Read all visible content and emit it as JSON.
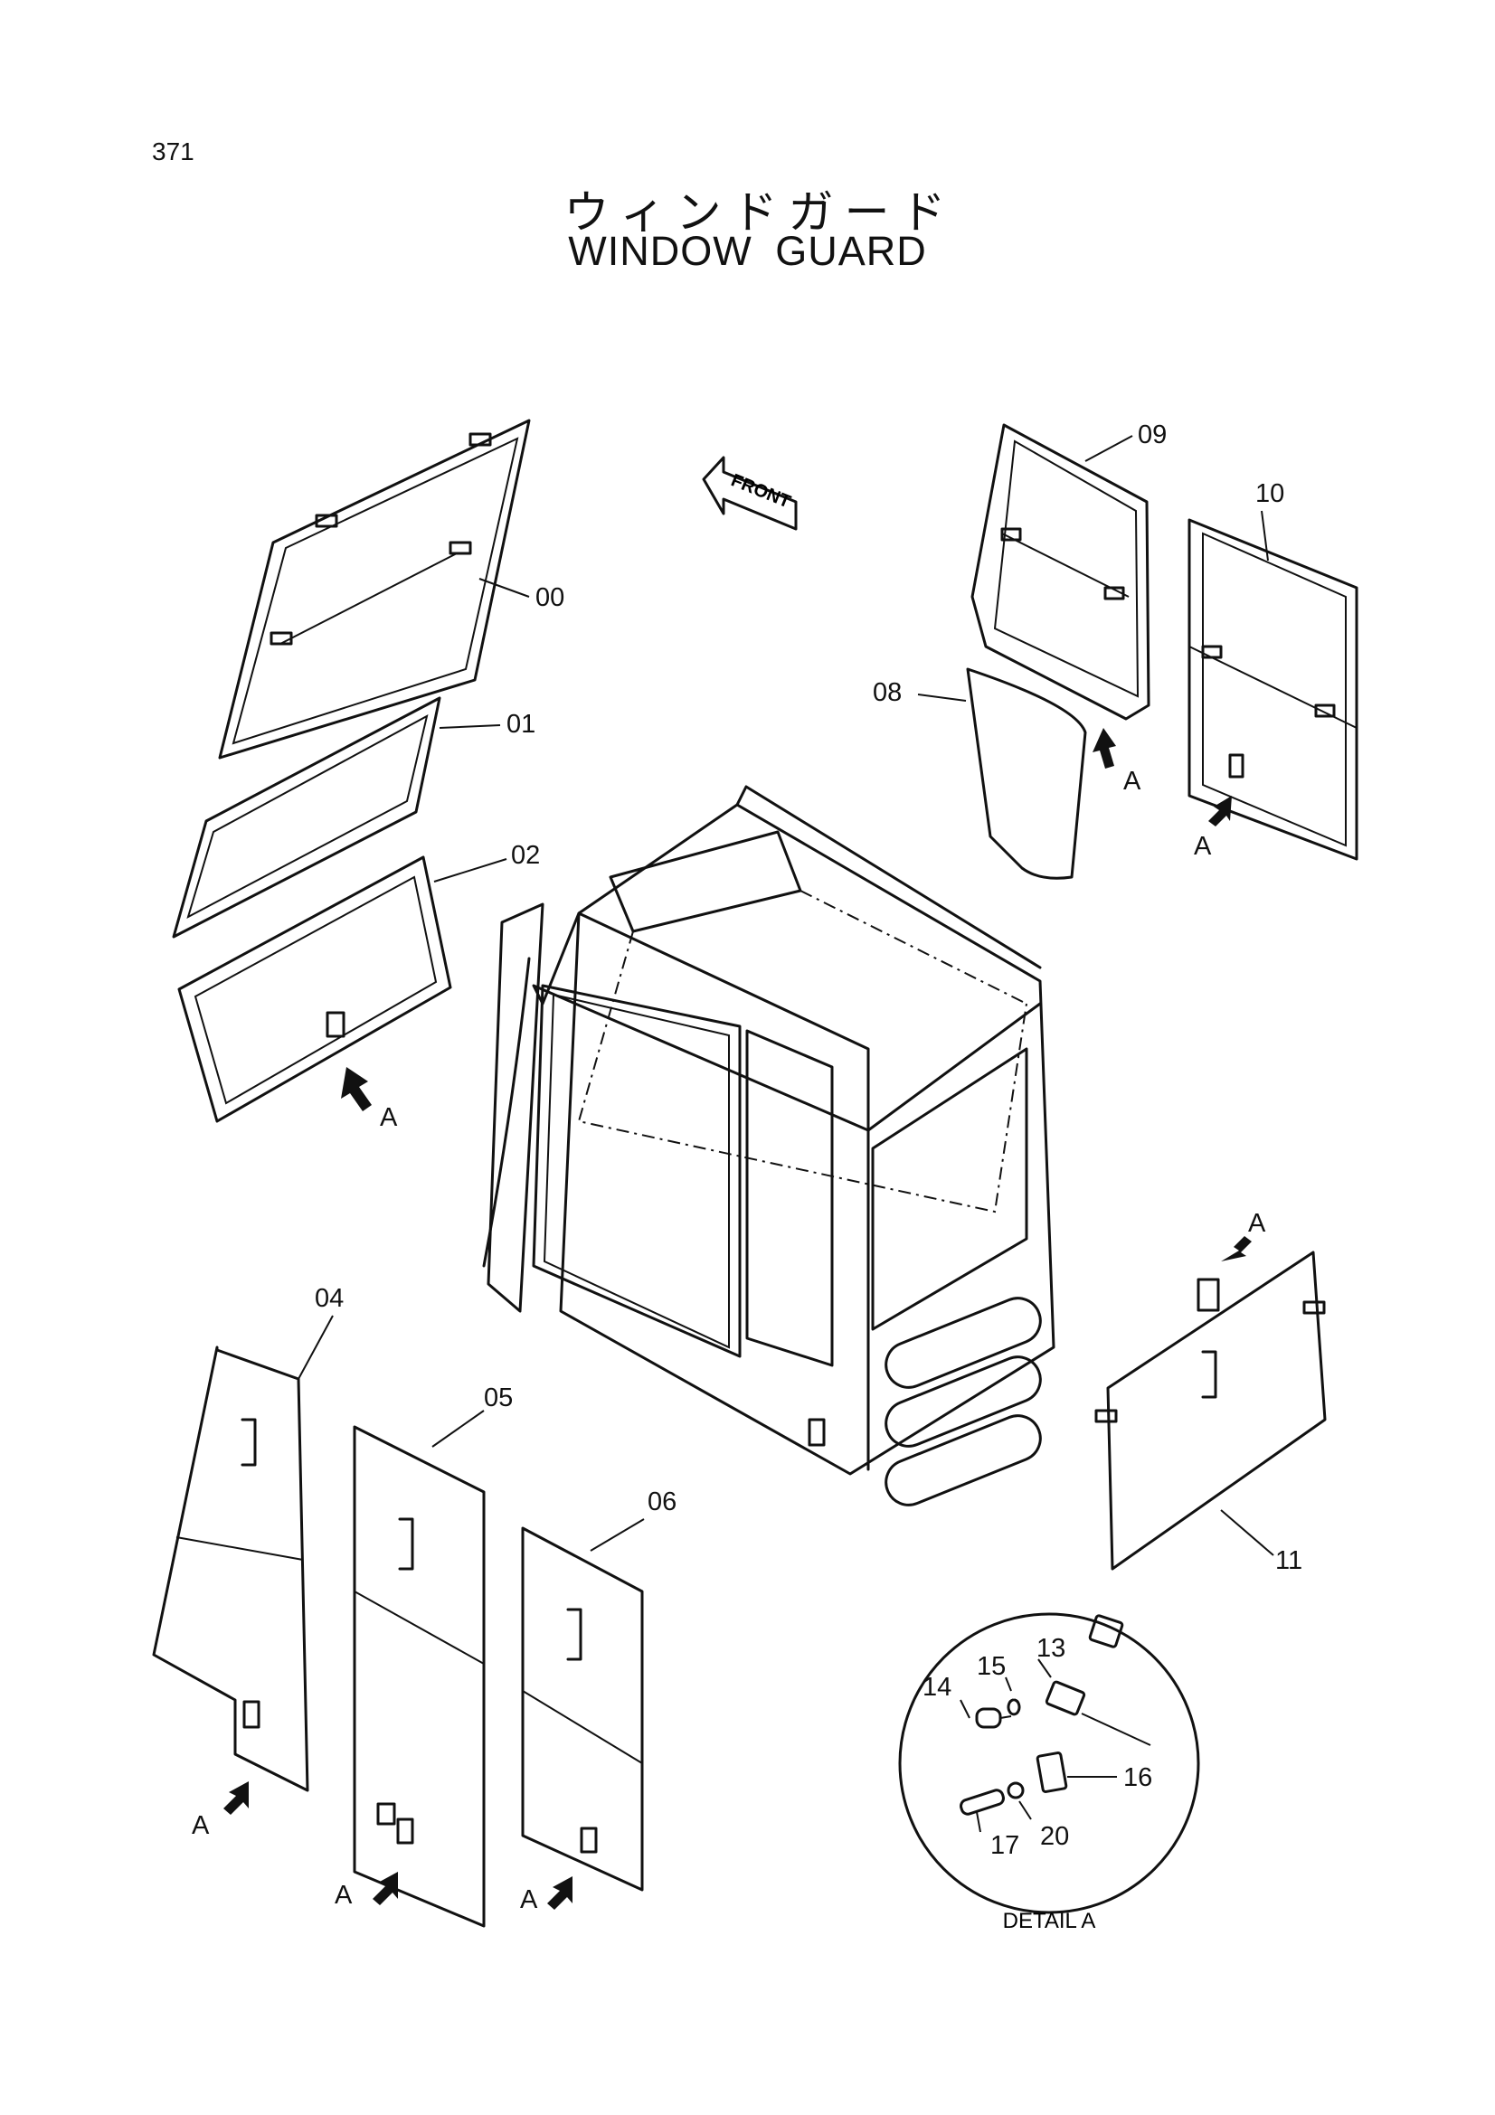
{
  "page_number": "371",
  "title": {
    "japanese": "ウィンドガード",
    "english": "WINDOW GUARD"
  },
  "front_marker": "FRONT",
  "detail_caption": "DETAIL A",
  "arrow_label": "A",
  "part_labels": {
    "p00": "00",
    "p01": "01",
    "p02": "02",
    "p04": "04",
    "p05": "05",
    "p06": "06",
    "p08": "08",
    "p09": "09",
    "p10": "10",
    "p11": "11",
    "p13": "13",
    "p14": "14",
    "p15": "15",
    "p16": "16",
    "p17": "17",
    "p20": "20"
  }
}
